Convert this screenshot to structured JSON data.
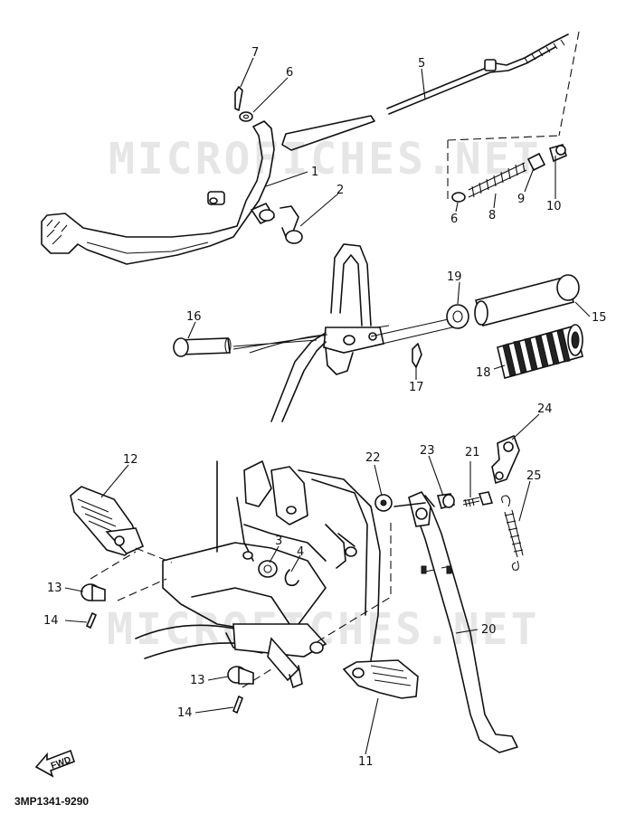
{
  "watermarks": [
    "MICROFICHES.NET",
    "MICROFICHES.NET"
  ],
  "drawing_code": "3MP1341-9290",
  "direction_label": "FWD",
  "callouts": {
    "c1": "1",
    "c2": "2",
    "c3": "3",
    "c4": "4",
    "c5": "5",
    "c6a": "6",
    "c6b": "6",
    "c7": "7",
    "c8": "8",
    "c9": "9",
    "c10": "10",
    "c11": "11",
    "c12": "12",
    "c13a": "13",
    "c13b": "13",
    "c14a": "14",
    "c14b": "14",
    "c15": "15",
    "c16": "16",
    "c17": "17",
    "c18": "18",
    "c19": "19",
    "c20": "20",
    "c21": "21",
    "c22": "22",
    "c23": "23",
    "c24": "24",
    "c25": "25"
  }
}
